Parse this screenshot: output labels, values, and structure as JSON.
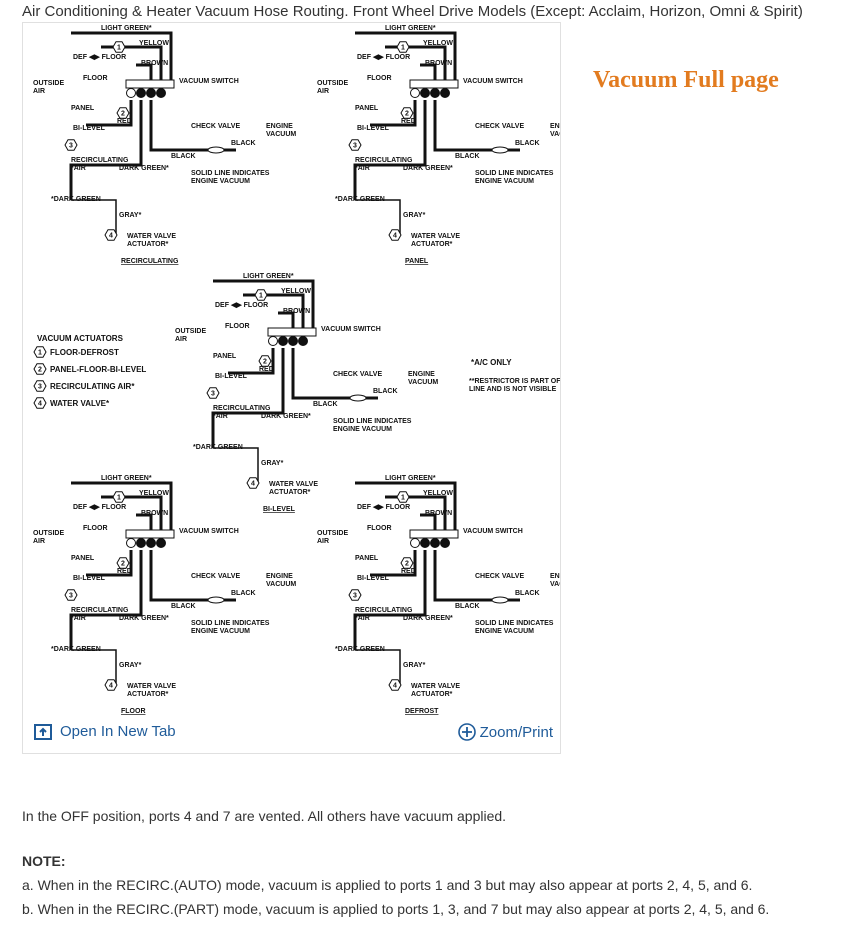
{
  "page_title": "Air Conditioning & Heater Vacuum Hose Routing. Front Wheel Drive Models (Except: Acclaim, Horizon, Omni & Spirit)",
  "vacuum_link": "Vacuum Full page",
  "open_new_tab": "Open In New Tab",
  "zoom_print": "Zoom/Print",
  "body_text": "In the OFF position, ports 4 and 7 are vented. All others have vacuum applied.",
  "note_heading": "NOTE:",
  "notes": [
    "a.  When in the RECIRC.(AUTO) mode, vacuum is applied to ports 1 and 3 but may also appear at ports 2, 4, 5, and 6.",
    "b.  When in the RECIRC.(PART) mode, vacuum is applied to ports 1, 3, and 7 but may also appear at ports 2, 4, 5, and 6."
  ],
  "diagram": {
    "labels": {
      "light_green": "LIGHT GREEN*",
      "yellow": "YELLOW",
      "def_floor": "DEF ◀▶ FLOOR",
      "brown": "BROWN",
      "outside_air": "OUTSIDE AIR",
      "floor": "FLOOR",
      "vacuum_switch": "VACUUM SWITCH",
      "panel": "PANEL",
      "bi_level": "BI-LEVEL",
      "red": "RED",
      "check_valve": "CHECK VALVE",
      "black": "BLACK",
      "engine_vacuum": "ENGINE VACUUM",
      "recirculating_air": "RECIRCULATING *AIR",
      "dark_green": "DARK GREEN*",
      "solid_line": "SOLID LINE INDICATES ENGINE VACUUM",
      "dark_green_star": "*DARK GREEN",
      "gray": "GRAY*",
      "water_valve_actuator": "WATER VALVE ACTUATOR*"
    },
    "modes": [
      "RECIRCULATING",
      "PANEL",
      "BI-LEVEL",
      "FLOOR",
      "DEFROST"
    ],
    "legend_title": "VACUUM ACTUATORS",
    "legend_items": [
      {
        "num": "1",
        "label": "FLOOR-DEFROST"
      },
      {
        "num": "2",
        "label": "PANEL-FLOOR-BI-LEVEL"
      },
      {
        "num": "3",
        "label": "RECIRCULATING AIR*"
      },
      {
        "num": "4",
        "label": "WATER VALVE*"
      }
    ],
    "footnote_ac": "*A/C ONLY",
    "footnote_restrictor": "**RESTRICTOR IS PART OF VACUUM LINE AND IS NOT VISIBLE"
  }
}
